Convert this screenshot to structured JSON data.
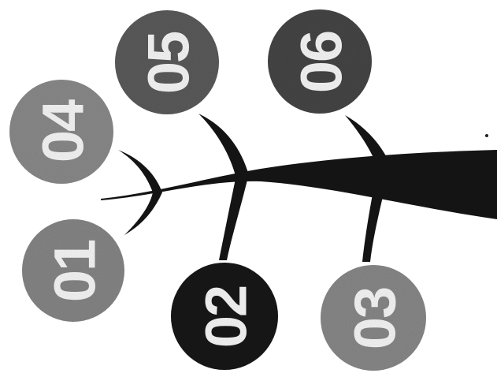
{
  "diagram": {
    "type": "fishbone",
    "colors": {
      "spine": "#141414",
      "text": "#ffffff"
    },
    "nodes": [
      {
        "id": "04",
        "label": "04",
        "color": "#8f8f8f",
        "position": "upper"
      },
      {
        "id": "05",
        "label": "05",
        "color": "#5e5e5e",
        "position": "upper"
      },
      {
        "id": "06",
        "label": "06",
        "color": "#4a4a4a",
        "position": "upper"
      },
      {
        "id": "01",
        "label": "01",
        "color": "#8a8a8a",
        "position": "lower"
      },
      {
        "id": "02",
        "label": "02",
        "color": "#1b1b1b",
        "position": "lower"
      },
      {
        "id": "03",
        "label": "03",
        "color": "#8d8d8d",
        "position": "lower"
      }
    ]
  }
}
